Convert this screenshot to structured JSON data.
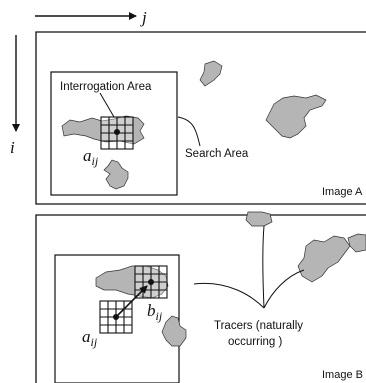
{
  "axes": {
    "j_label": "j",
    "i_label": "i"
  },
  "image_a": {
    "caption": "Image A",
    "interrogation_label": "Interrogation Area",
    "search_label": "Search Area",
    "window_label_main": "a",
    "window_label_sub": "ij"
  },
  "image_b": {
    "caption": "Image B",
    "tracers_line1": "Tracers (naturally",
    "tracers_line2": "occurring )",
    "a_label_main": "a",
    "a_label_sub": "ij",
    "b_label_main": "b",
    "b_label_sub": "ij"
  },
  "colors": {
    "stroke": "#111111",
    "particle_fill": "#b5b5b5",
    "background": "#ffffff"
  }
}
